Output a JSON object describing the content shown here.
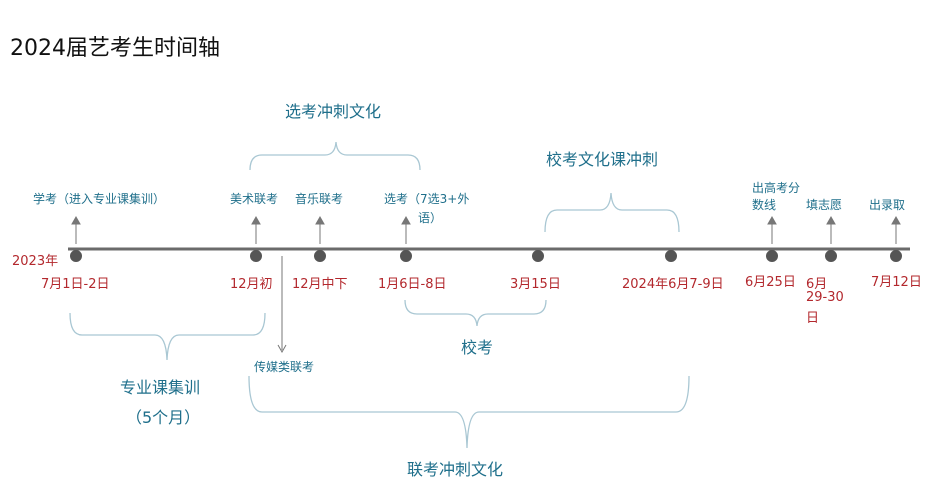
{
  "title": "2024届艺考生时间轴",
  "colors": {
    "axis": "#6b6b6b",
    "dot": "#555555",
    "event_text": "#1f6f8b",
    "date_text": "#b3282d",
    "brace": "#a9c7d3",
    "arrow": "#777777"
  },
  "events": {
    "xuekao": "学考（进入专业课集训）",
    "meishu": "美术联考",
    "yinyue": "音乐联考",
    "xuankao": "选考（7选3+外",
    "xuankao_2": "语）",
    "chugaokao": "出高考分",
    "chugaokao_2": "数线",
    "tianzhiyuan": "填志愿",
    "luqu": "出录取",
    "chuanmei": "传媒类联考"
  },
  "dates": {
    "d1a": "2023年",
    "d1b": "7月1日-2日",
    "d2": "12月初",
    "d3": "12月中下",
    "d4": "1月6日-8日",
    "d5": "3月15日",
    "d6": "2024年6月7-9日",
    "d7": "6月25日",
    "d8a": "6月",
    "d8b": "29-30",
    "d8c": "日",
    "d9": "7月12日"
  },
  "phases": {
    "xuankao_sprint": "选考冲刺文化",
    "xiaokao_sprint": "校考文化课冲刺",
    "xiaokao": "校考",
    "zhuanye": "专业课集训",
    "zhuanye_dur": "（5个月）",
    "liankao_sprint": "联考冲刺文化"
  }
}
